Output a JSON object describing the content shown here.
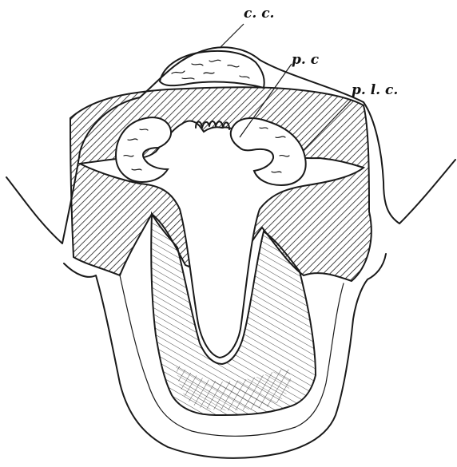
{
  "figure": {
    "labels": {
      "cc": "c. c.",
      "pc": "p. c",
      "plc": "p. l. c."
    }
  }
}
